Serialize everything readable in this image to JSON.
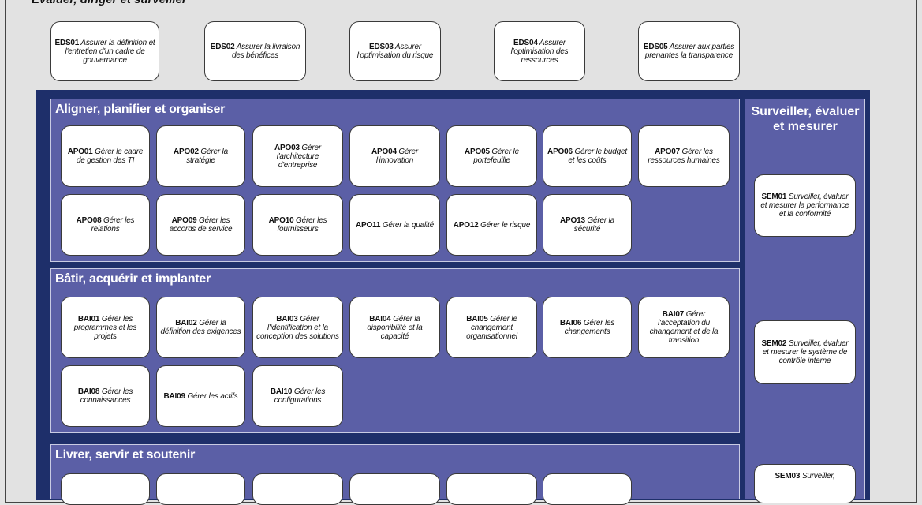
{
  "top_title": "Evaluer, diriger et surveiller",
  "eds": [
    {
      "code": "EDS01",
      "text": "Assurer la définition et l'entretien d'un cadre de gouvernance"
    },
    {
      "code": "EDS02",
      "text": "Assurer la livraison des bénéfices"
    },
    {
      "code": "EDS03",
      "text": "Assurer l'optimisation du risque"
    },
    {
      "code": "EDS04",
      "text": "Assurer l'optimisation des ressources"
    },
    {
      "code": "EDS05",
      "text": "Assurer aux parties prenantes la transparence"
    }
  ],
  "apo_title": "Aligner, planifier et organiser",
  "apo": [
    {
      "code": "APO01",
      "text": "Gérer le cadre de gestion des TI"
    },
    {
      "code": "APO02",
      "text": "Gérer la stratégie"
    },
    {
      "code": "APO03",
      "text": "Gérer l'architecture d'entreprise"
    },
    {
      "code": "APO04",
      "text": "Gérer l'innovation"
    },
    {
      "code": "APO05",
      "text": "Gérer le portefeuille"
    },
    {
      "code": "APO06",
      "text": "Gérer le budget et les coûts"
    },
    {
      "code": "APO07",
      "text": "Gérer les ressources humaines"
    },
    {
      "code": "APO08",
      "text": "Gérer les relations"
    },
    {
      "code": "APO09",
      "text": "Gérer les accords de service"
    },
    {
      "code": "APO10",
      "text": "Gérer les fournisseurs"
    },
    {
      "code": "APO11",
      "text": "Gérer la qualité"
    },
    {
      "code": "APO12",
      "text": "Gérer le risque"
    },
    {
      "code": "APO13",
      "text": "Gérer la sécurité"
    }
  ],
  "bai_title": "Bâtir, acquérir et implanter",
  "bai": [
    {
      "code": "BAI01",
      "text": "Gérer les programmes et les projets"
    },
    {
      "code": "BAI02",
      "text": "Gérer la définition des exigences"
    },
    {
      "code": "BAI03",
      "text": "Gérer l'identification et la conception des solutions"
    },
    {
      "code": "BAI04",
      "text": "Gérer la disponibilité et la capacité"
    },
    {
      "code": "BAI05",
      "text": "Gérer le changement organisationnel"
    },
    {
      "code": "BAI06",
      "text": "Gérer les changements"
    },
    {
      "code": "BAI07",
      "text": "Gérer l'acceptation du changement et de la transition"
    },
    {
      "code": "BAI08",
      "text": "Gérer les connaissances"
    },
    {
      "code": "BAI09",
      "text": "Gérer les actifs"
    },
    {
      "code": "BAI10",
      "text": "Gérer les configurations"
    }
  ],
  "lss_title": "Livrer, servir et soutenir",
  "sem_title": "Surveiller, évaluer et mesurer",
  "sem": [
    {
      "code": "SEM01",
      "text": "Surveiller, évaluer et mesurer la performance et la conformité"
    },
    {
      "code": "SEM02",
      "text": "Surveiller, évaluer et mesurer le système de contrôle interne"
    },
    {
      "code": "SEM03",
      "text": "Surveiller,"
    }
  ]
}
